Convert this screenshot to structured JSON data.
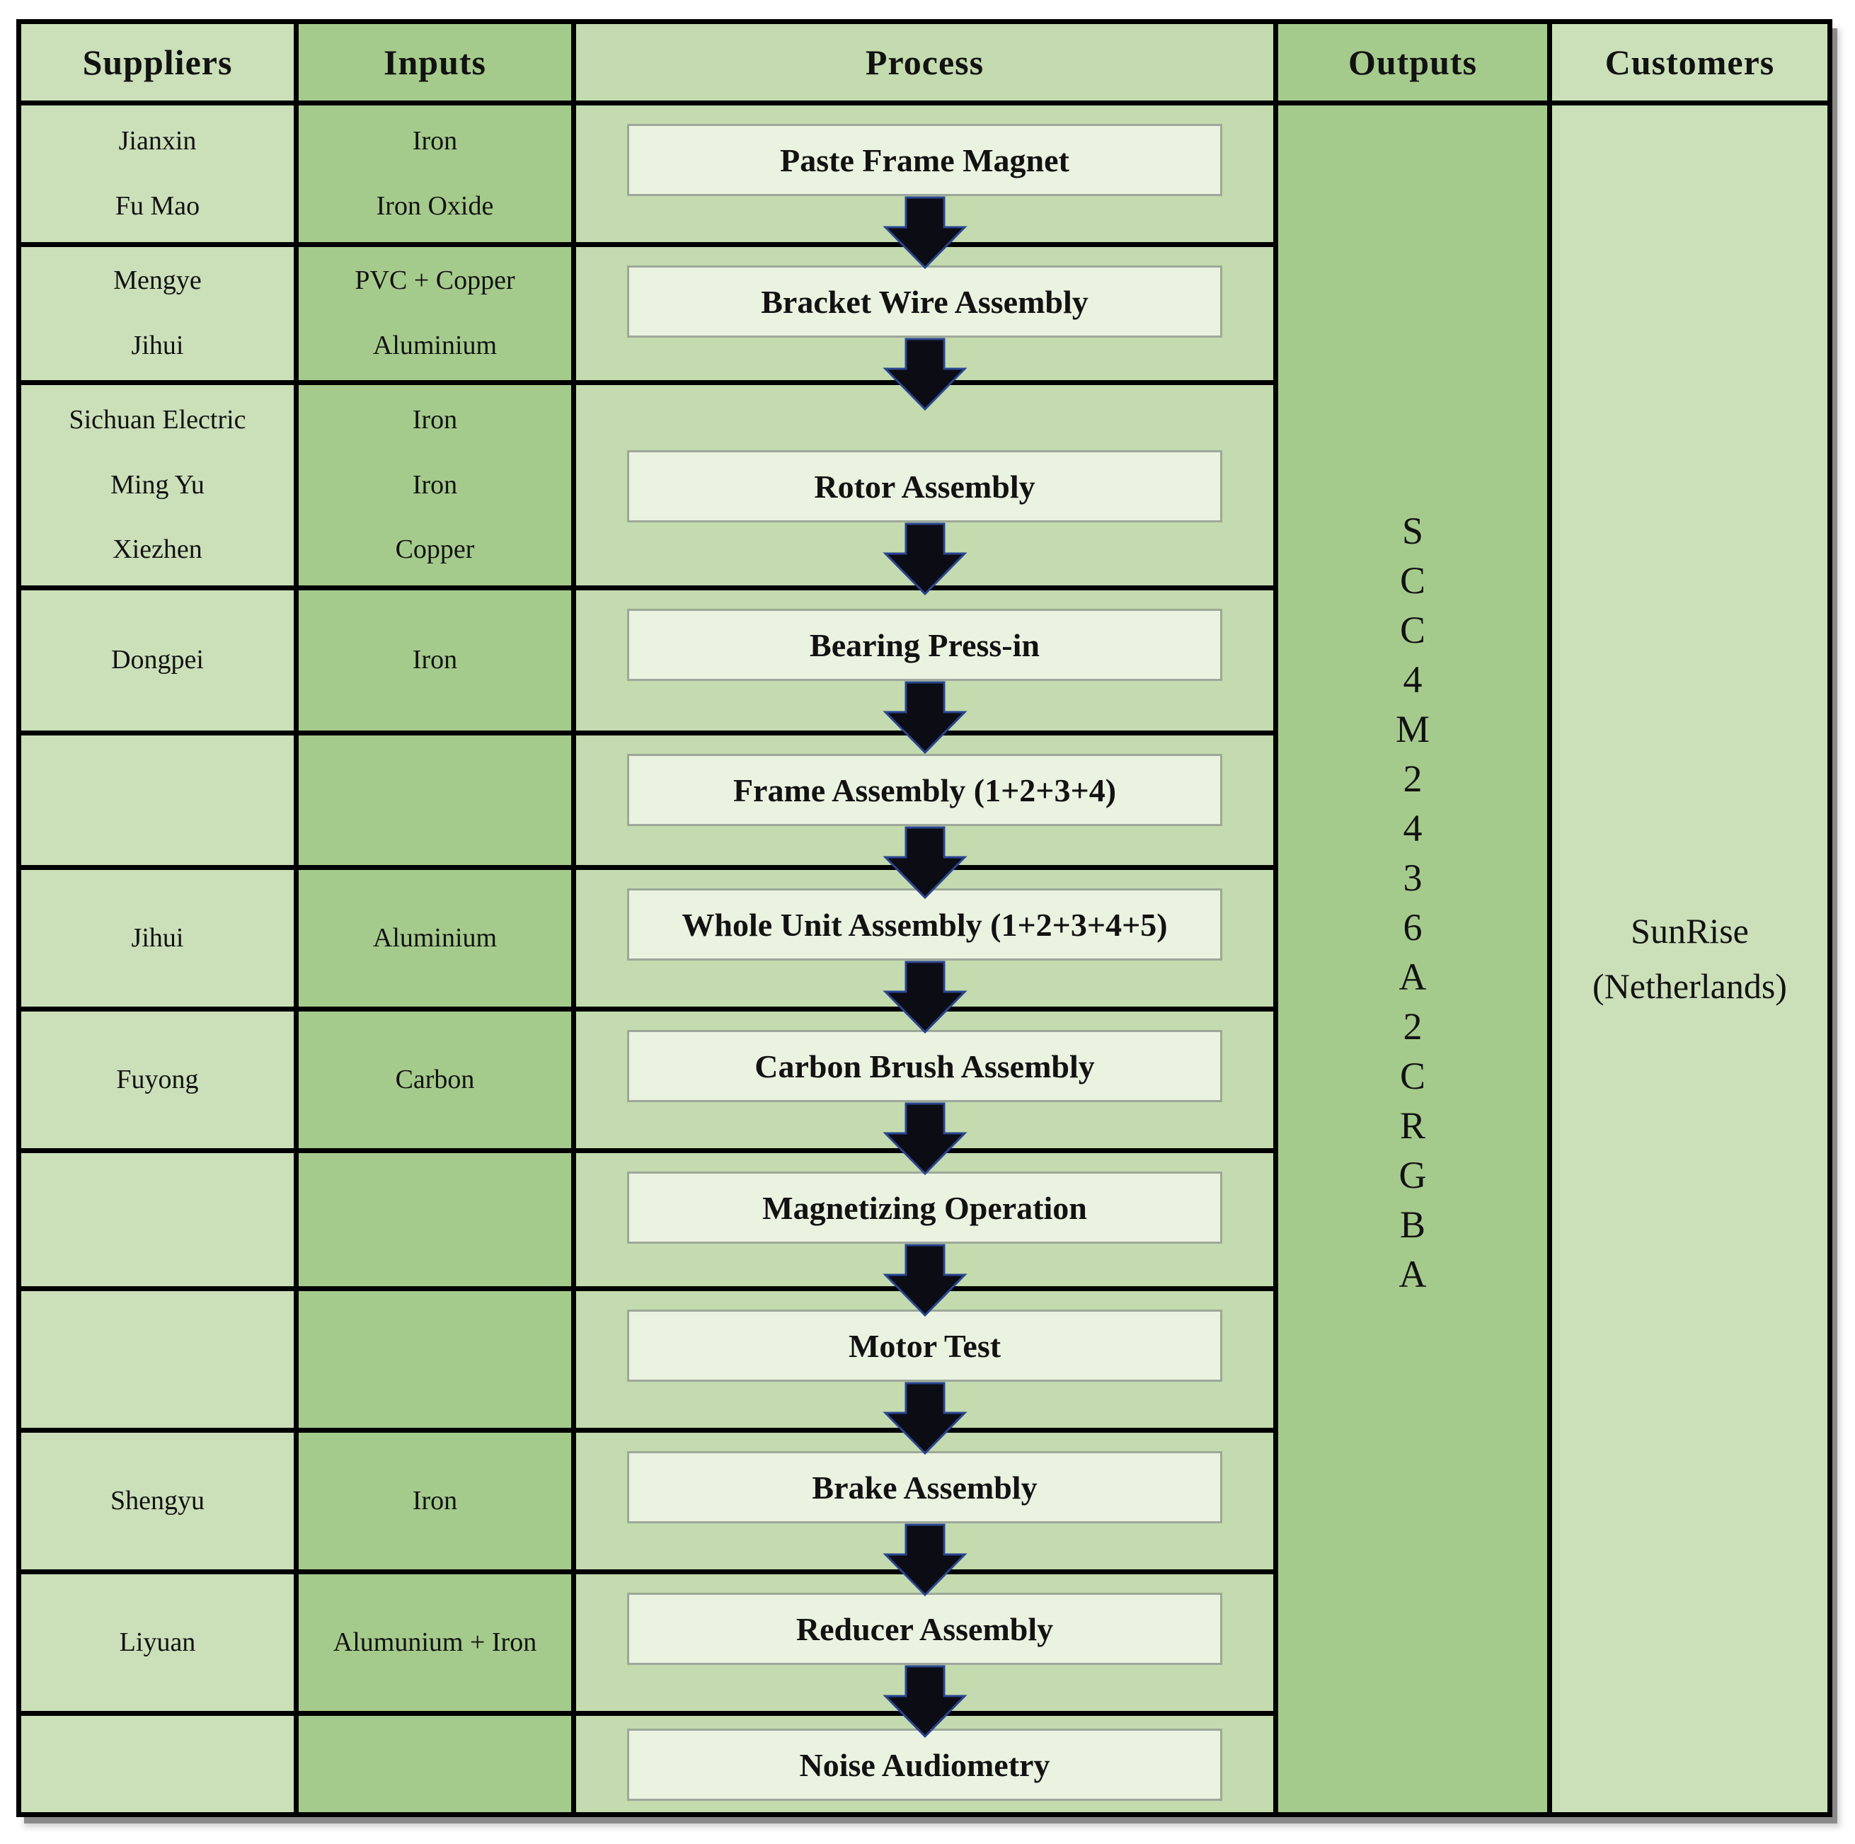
{
  "header": {
    "suppliers": "Suppliers",
    "inputs": "Inputs",
    "process": "Process",
    "outputs": "Outputs",
    "customers": "Customers"
  },
  "rows": [
    {
      "suppliers": [
        "Jianxin",
        "Fu Mao"
      ],
      "inputs": [
        "Iron",
        "Iron Oxide"
      ],
      "process": "Paste Frame Magnet"
    },
    {
      "suppliers": [
        "Mengye",
        "Jihui"
      ],
      "inputs": [
        "PVC + Copper",
        "Aluminium"
      ],
      "process": "Bracket Wire Assembly"
    },
    {
      "suppliers": [
        "Sichuan Electric",
        "Ming Yu",
        "Xiezhen"
      ],
      "inputs": [
        "Iron",
        "Iron",
        "Copper"
      ],
      "process": "Rotor Assembly"
    },
    {
      "suppliers": [
        "Dongpei"
      ],
      "inputs": [
        "Iron"
      ],
      "process": "Bearing Press-in"
    },
    {
      "suppliers": [],
      "inputs": [],
      "process": "Frame Assembly (1+2+3+4)"
    },
    {
      "suppliers": [
        "Jihui"
      ],
      "inputs": [
        "Aluminium"
      ],
      "process": "Whole Unit Assembly (1+2+3+4+5)"
    },
    {
      "suppliers": [
        "Fuyong"
      ],
      "inputs": [
        "Carbon"
      ],
      "process": "Carbon Brush Assembly"
    },
    {
      "suppliers": [],
      "inputs": [],
      "process": "Magnetizing Operation"
    },
    {
      "suppliers": [],
      "inputs": [],
      "process": "Motor Test"
    },
    {
      "suppliers": [
        "Shengyu"
      ],
      "inputs": [
        "Iron"
      ],
      "process": "Brake Assembly"
    },
    {
      "suppliers": [
        "Liyuan"
      ],
      "inputs": [
        "Alumunium + Iron"
      ],
      "process": "Reducer Assembly"
    },
    {
      "suppliers": [],
      "inputs": [],
      "process": "Noise Audiometry"
    }
  ],
  "outputs_letters": [
    "S",
    "C",
    "C",
    "4",
    "M",
    "2",
    "4",
    "3",
    "6",
    "A",
    "2",
    "C",
    "R",
    "G",
    "B",
    "A"
  ],
  "customer": {
    "line1": "SunRise",
    "line2": "(Netherlands)"
  },
  "colors": {
    "light_green": "#cbe0b9",
    "medium_green": "#a5cb8c",
    "process_green": "#c3dbae",
    "box_fill": "#eaf2e0",
    "box_border": "#9da89a",
    "grid_line": "#000000",
    "arrow_fill": "#0c0c14",
    "arrow_stroke": "#2a4590",
    "text": "#121212",
    "page_bg": "#ffffff"
  }
}
